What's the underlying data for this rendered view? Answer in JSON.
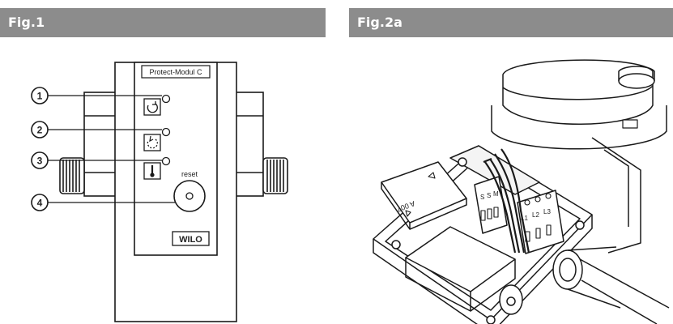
{
  "fig1": {
    "title": "Fig.1",
    "module_label": "Protect-Modul C",
    "reset_label": "reset",
    "logo_text": "WILO",
    "callouts": [
      "1",
      "2",
      "3",
      "4"
    ]
  },
  "fig2": {
    "title": "Fig.2a",
    "terminal_labels_left": [
      "S",
      "S",
      "M"
    ],
    "terminal_labels_right": [
      "L1",
      "L2",
      "L3"
    ],
    "cover_text": "A 007"
  }
}
